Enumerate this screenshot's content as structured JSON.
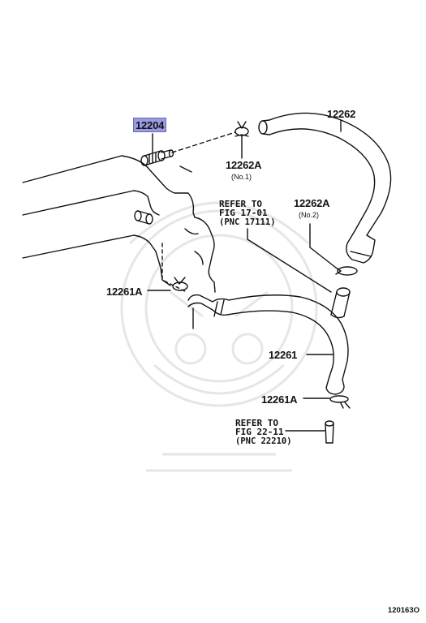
{
  "diagram": {
    "callouts": {
      "part_12204": "12204",
      "part_12262": "12262",
      "part_12262A_no1": "12262A",
      "note_no1": "(No.1)",
      "part_12262A_no2": "12262A",
      "note_no2": "(No.2)",
      "part_12261A_upper": "12261A",
      "part_12261": "12261",
      "part_12261A_lower": "12261A"
    },
    "references": {
      "ref1_line1": "REFER TO",
      "ref1_line2": "FIG 17-01",
      "ref1_line3": "(PNC 17111)",
      "ref2_line1": "REFER TO",
      "ref2_line2": "FIG 22-11",
      "ref2_line3": "(PNC 22210)"
    },
    "footer_code": "120163O",
    "highlight_color": "#9a9ae0",
    "line_color": "#111111",
    "watermark_color": "#e6e6e6"
  }
}
